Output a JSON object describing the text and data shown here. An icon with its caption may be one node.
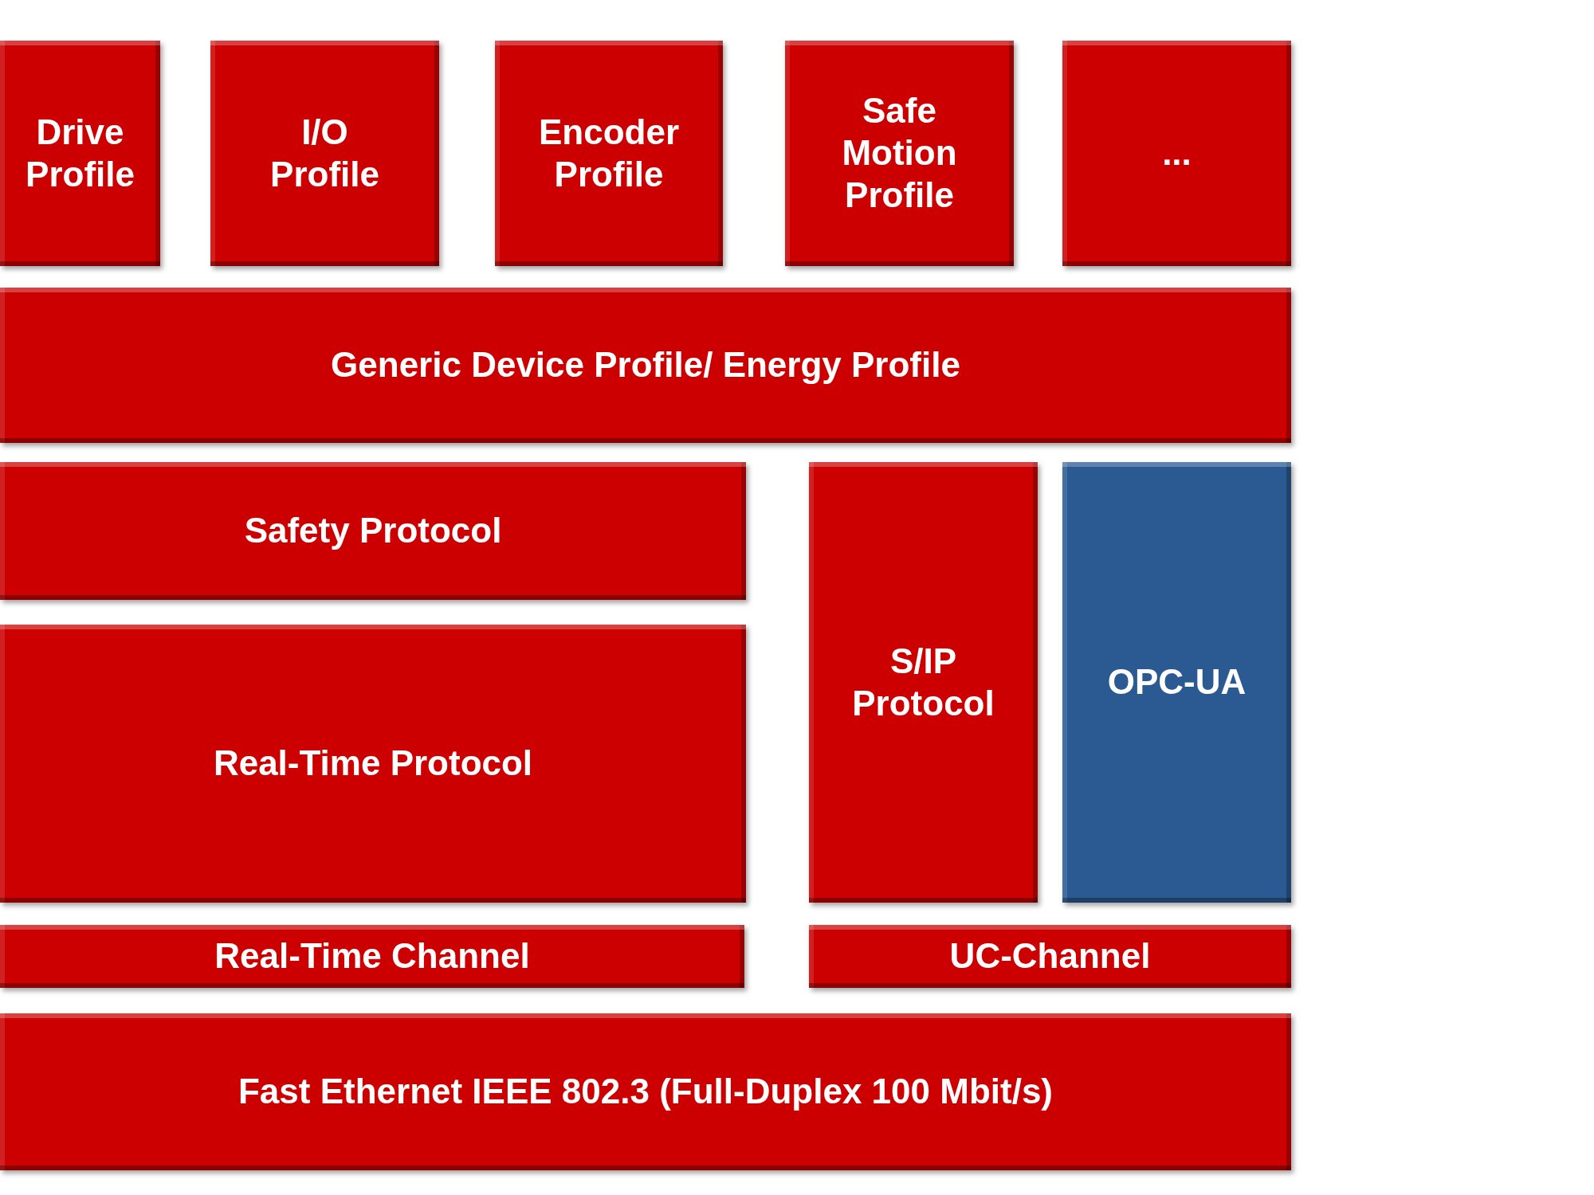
{
  "diagram": {
    "nodes": [
      {
        "text": [
          "Drive Profile"
        ]
      },
      {
        "text": [
          "I/O Profile"
        ]
      },
      {
        "text": [
          "Encoder Profile"
        ]
      },
      {
        "text": [
          "Safe Motion Profile"
        ]
      },
      {
        "text": [
          "..."
        ]
      },
      {
        "text": [
          "Generic Device Profile/ Energy Profile"
        ]
      },
      {
        "text": [
          "Safety Protocol"
        ]
      },
      {
        "text": [
          "S/IP Protocol"
        ]
      },
      {
        "text": [
          "OPC-UA"
        ]
      },
      {
        "text": [
          "Real-Time Protocol"
        ]
      },
      {
        "text": [
          "Real-Time Channel"
        ]
      },
      {
        "text": [
          "UC-Channel"
        ]
      },
      {
        "text": [
          "Fast Ethernet IEEE 802.3 (Full-Duplex 100 Mbit/s)"
        ]
      }
    ],
    "edges": []
  }
}
